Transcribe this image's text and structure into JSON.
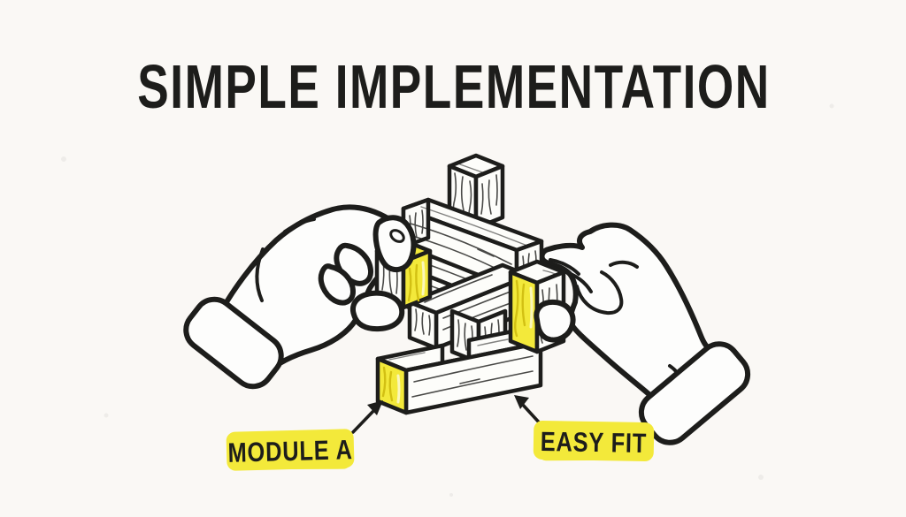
{
  "title": {
    "text": "SIMPLE IMPLEMENTATION"
  },
  "callouts": {
    "module_a": {
      "text": "MODULE A"
    },
    "easy_fit": {
      "text": "EASY FIT"
    }
  },
  "scene": {
    "left_hand_icon": "hand-left-icon",
    "right_hand_icon": "hand-right-icon",
    "blocks": [
      "top-cube-block",
      "upper-beam-block",
      "middle-beam-left-block",
      "middle-beam-right-block",
      "vertical-post-block",
      "bottom-beam-block",
      "module-a-yellow-cube",
      "easy-fit-yellow-block"
    ]
  },
  "colors": {
    "background": "#faf8f5",
    "ink": "#1d1d1b",
    "highlight_yellow": "#f3e93a",
    "wood_white": "#fdfdfa",
    "yellow_grain": "#d2c013"
  }
}
